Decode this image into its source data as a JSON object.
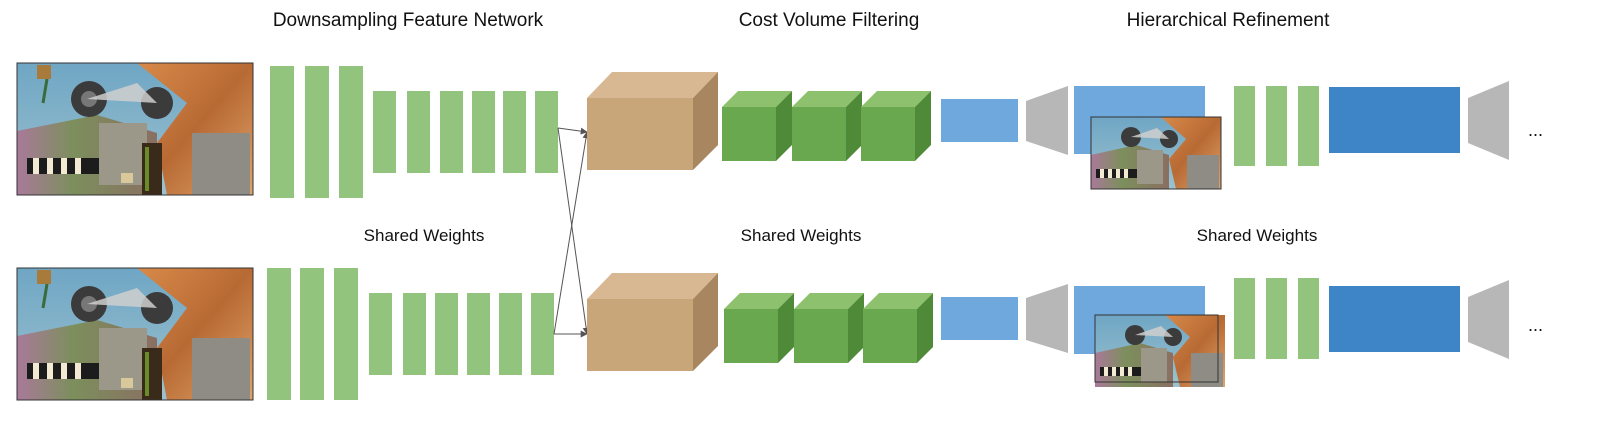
{
  "labels": {
    "stage1": "Downsampling Feature Network",
    "stage2": "Cost Volume Filtering",
    "stage3": "Hierarchical Refinement",
    "shared1": "Shared Weights",
    "shared2": "Shared Weights",
    "shared3": "Shared Weights",
    "ellipsis_top": "...",
    "ellipsis_bottom": "..."
  },
  "colors": {
    "feature_block": "#93c47d",
    "cost_volume_front": "#c9a57a",
    "cost_volume_top": "#d8b892",
    "cost_volume_side": "#a88660",
    "filter_front": "#6aa84f",
    "filter_top": "#8dc16e",
    "filter_side": "#4f8a38",
    "refine_light_blue": "#6fa8dc",
    "refine_dark_blue": "#3d85c6",
    "decoder_gray": "#b7b7b7"
  },
  "images": [
    {
      "name": "left-input-image",
      "type": "rendered synthetic scene"
    },
    {
      "name": "right-input-image",
      "type": "rendered synthetic scene"
    }
  ]
}
